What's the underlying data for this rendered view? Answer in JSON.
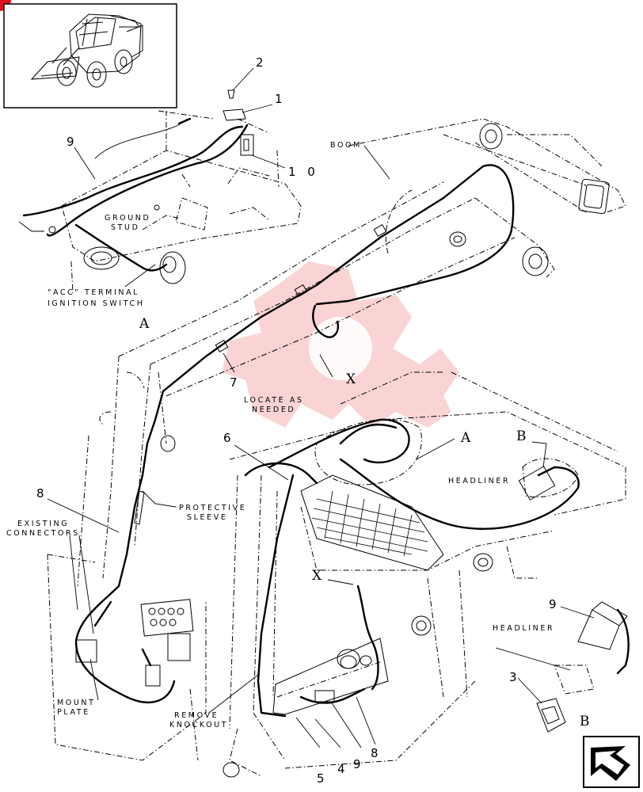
{
  "callouts": {
    "c1": "1",
    "c2": "2",
    "c3": "3",
    "c4": "4",
    "c5": "5",
    "c6": "6",
    "c7": "7",
    "c8_left": "8",
    "c8_bottom": "8",
    "c9_topleft": "9",
    "c9_right": "9",
    "c9_bottom": "9",
    "c10": "1 0"
  },
  "labels": {
    "boom": "BOOM",
    "ground_stud_1": "GROUND",
    "ground_stud_2": "STUD",
    "acc_1": "\"ACC\" TERMINAL",
    "acc_2": "IGNITION SWITCH",
    "detail_a_caption": "A",
    "x_top": "X",
    "x_mid": "X",
    "locate_1": "LOCATE AS",
    "locate_2": "NEEDED",
    "a_ref": "A",
    "b_ref": "B",
    "b_caption": "B",
    "headliner_upper": "HEADLINER",
    "headliner_lower": "HEADLINER",
    "protective_1": "PROTECTIVE",
    "protective_2": "SLEEVE",
    "existing_1": "EXISTING",
    "existing_2": "CONNECTORS",
    "mount_1": "MOUNT",
    "mount_2": "PLATE",
    "remove_1": "REMOVE",
    "remove_2": "KNOCKOUT"
  },
  "colors": {
    "line": "#000000",
    "watermark": "#f4a0a0",
    "corner_mark": "#e0101e"
  },
  "icons": {
    "thumbnail": "skid-steer-loader-thumbnail",
    "watermark": "gear-logo-watermark",
    "nav": "next-page-arrow-icon"
  }
}
